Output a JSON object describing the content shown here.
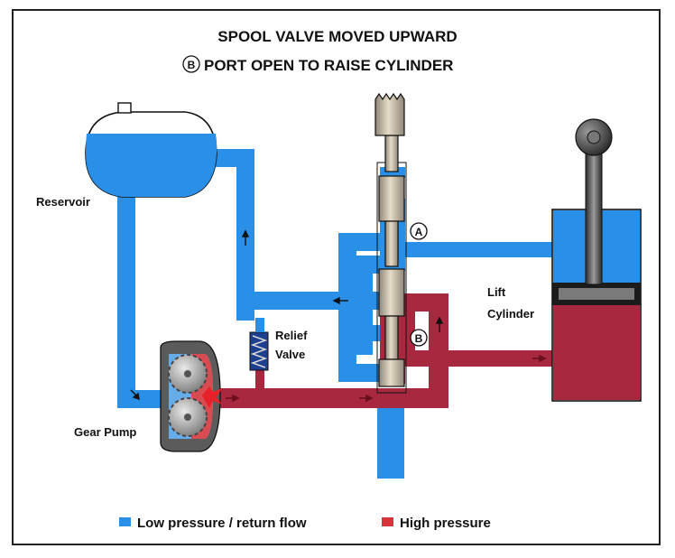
{
  "title": {
    "line1": "SPOOL VALVE MOVED UPWARD",
    "line2_badge": "B",
    "line2_text": "PORT OPEN TO RAISE CYLINDER"
  },
  "labels": {
    "reservoir": "Reservoir",
    "relief_line1": "Relief",
    "relief_line2": "Valve",
    "gear_pump": "Gear Pump",
    "lift_line1": "Lift",
    "lift_line2": "Cylinder",
    "port_a": "A",
    "port_b": "B"
  },
  "legend": [
    {
      "label": "Low pressure / return flow",
      "color": "#2a8fe6"
    },
    {
      "label": "High pressure",
      "color": "#d8343b"
    }
  ],
  "colors": {
    "low": "#2a8fe6",
    "high": "#a8293f",
    "high_legend": "#d8343b",
    "spool": "#cdbfa8",
    "rod": "#4a4a4a",
    "outline": "#111111"
  }
}
